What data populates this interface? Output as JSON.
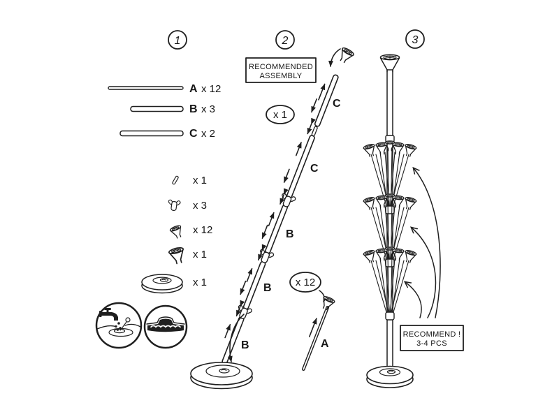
{
  "canvas": {
    "bg": "#ffffff",
    "ink": "#1f1f1f"
  },
  "step1": {
    "number": "1",
    "rods": [
      {
        "letter": "A",
        "qty": "x 12"
      },
      {
        "letter": "B",
        "qty": "x 3"
      },
      {
        "letter": "C",
        "qty": "x 2"
      }
    ],
    "parts": [
      {
        "icon": "pin-connector-icon",
        "qty": "x 1"
      },
      {
        "icon": "cluster-connector-icon",
        "qty": "x 3"
      },
      {
        "icon": "balloon-cup-icon",
        "qty": "x 12"
      },
      {
        "icon": "top-cup-icon",
        "qty": "x 1"
      },
      {
        "icon": "base-disc-icon",
        "qty": "x 1"
      }
    ]
  },
  "step2": {
    "number": "2",
    "callout": {
      "line1": "RECOMMENDED",
      "line2": "ASSEMBLY"
    },
    "pole_qty": "x 1",
    "segments": [
      "C",
      "C",
      "B",
      "B",
      "B"
    ],
    "stick_qty": "x 12",
    "stick_letter": "A"
  },
  "step3": {
    "number": "3",
    "callout": {
      "line1": "RECOMMEND !",
      "line2": "3-4 PCS"
    }
  }
}
